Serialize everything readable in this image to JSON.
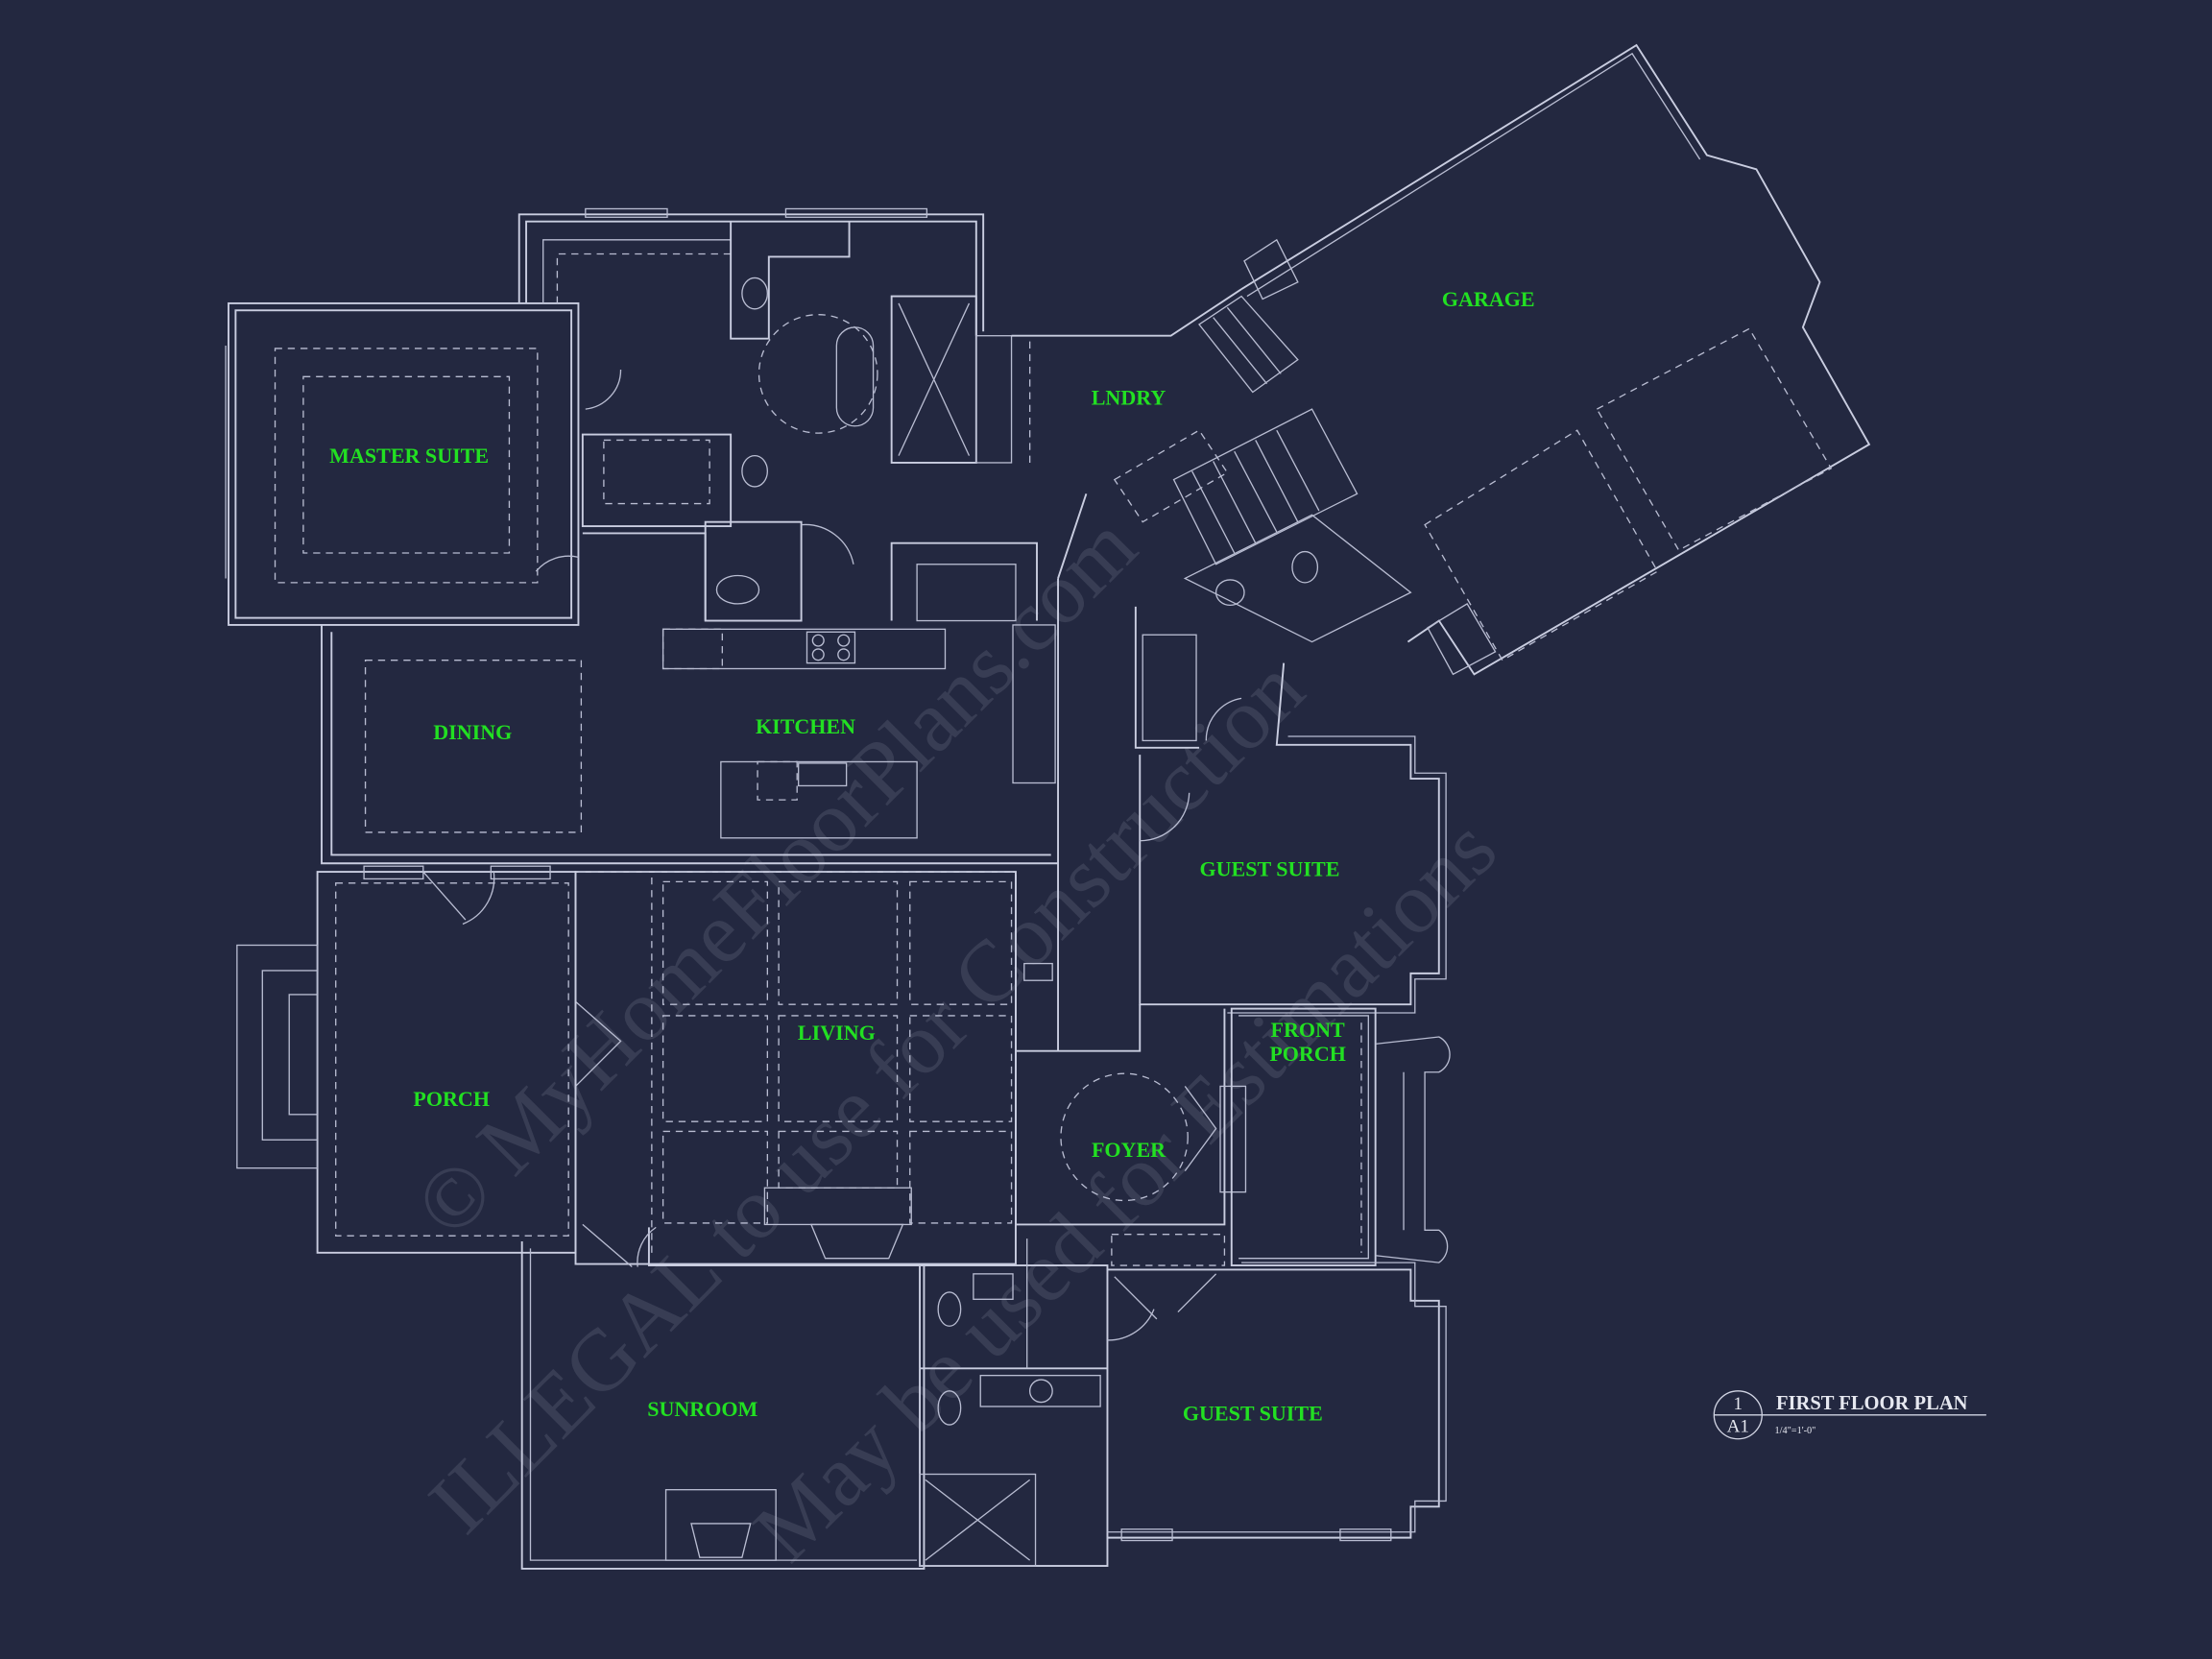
{
  "rooms": {
    "master_suite": "MASTER SUITE",
    "dining": "DINING",
    "kitchen": "KITCHEN",
    "laundry": "LNDRY",
    "garage": "GARAGE",
    "guest_suite_upper": "GUEST SUITE",
    "front_porch_1": "FRONT",
    "front_porch_2": "PORCH",
    "porch": "PORCH",
    "living": "LIVING",
    "foyer": "FOYER",
    "sunroom": "SUNROOM",
    "guest_suite_lower": "GUEST SUITE"
  },
  "title_block": {
    "detail_number": "1",
    "sheet": "A1",
    "title": "FIRST FLOOR PLAN",
    "scale": "1/4\"=1'-0\""
  },
  "watermark": {
    "line1": "© MyHomeFloorPlans.com",
    "line2": "ILLEGAL to use for Construction",
    "line3": "May be used for Estimations"
  },
  "colors": {
    "background": "#232840",
    "room_label": "#22e022",
    "linework": "#c9cde0"
  }
}
